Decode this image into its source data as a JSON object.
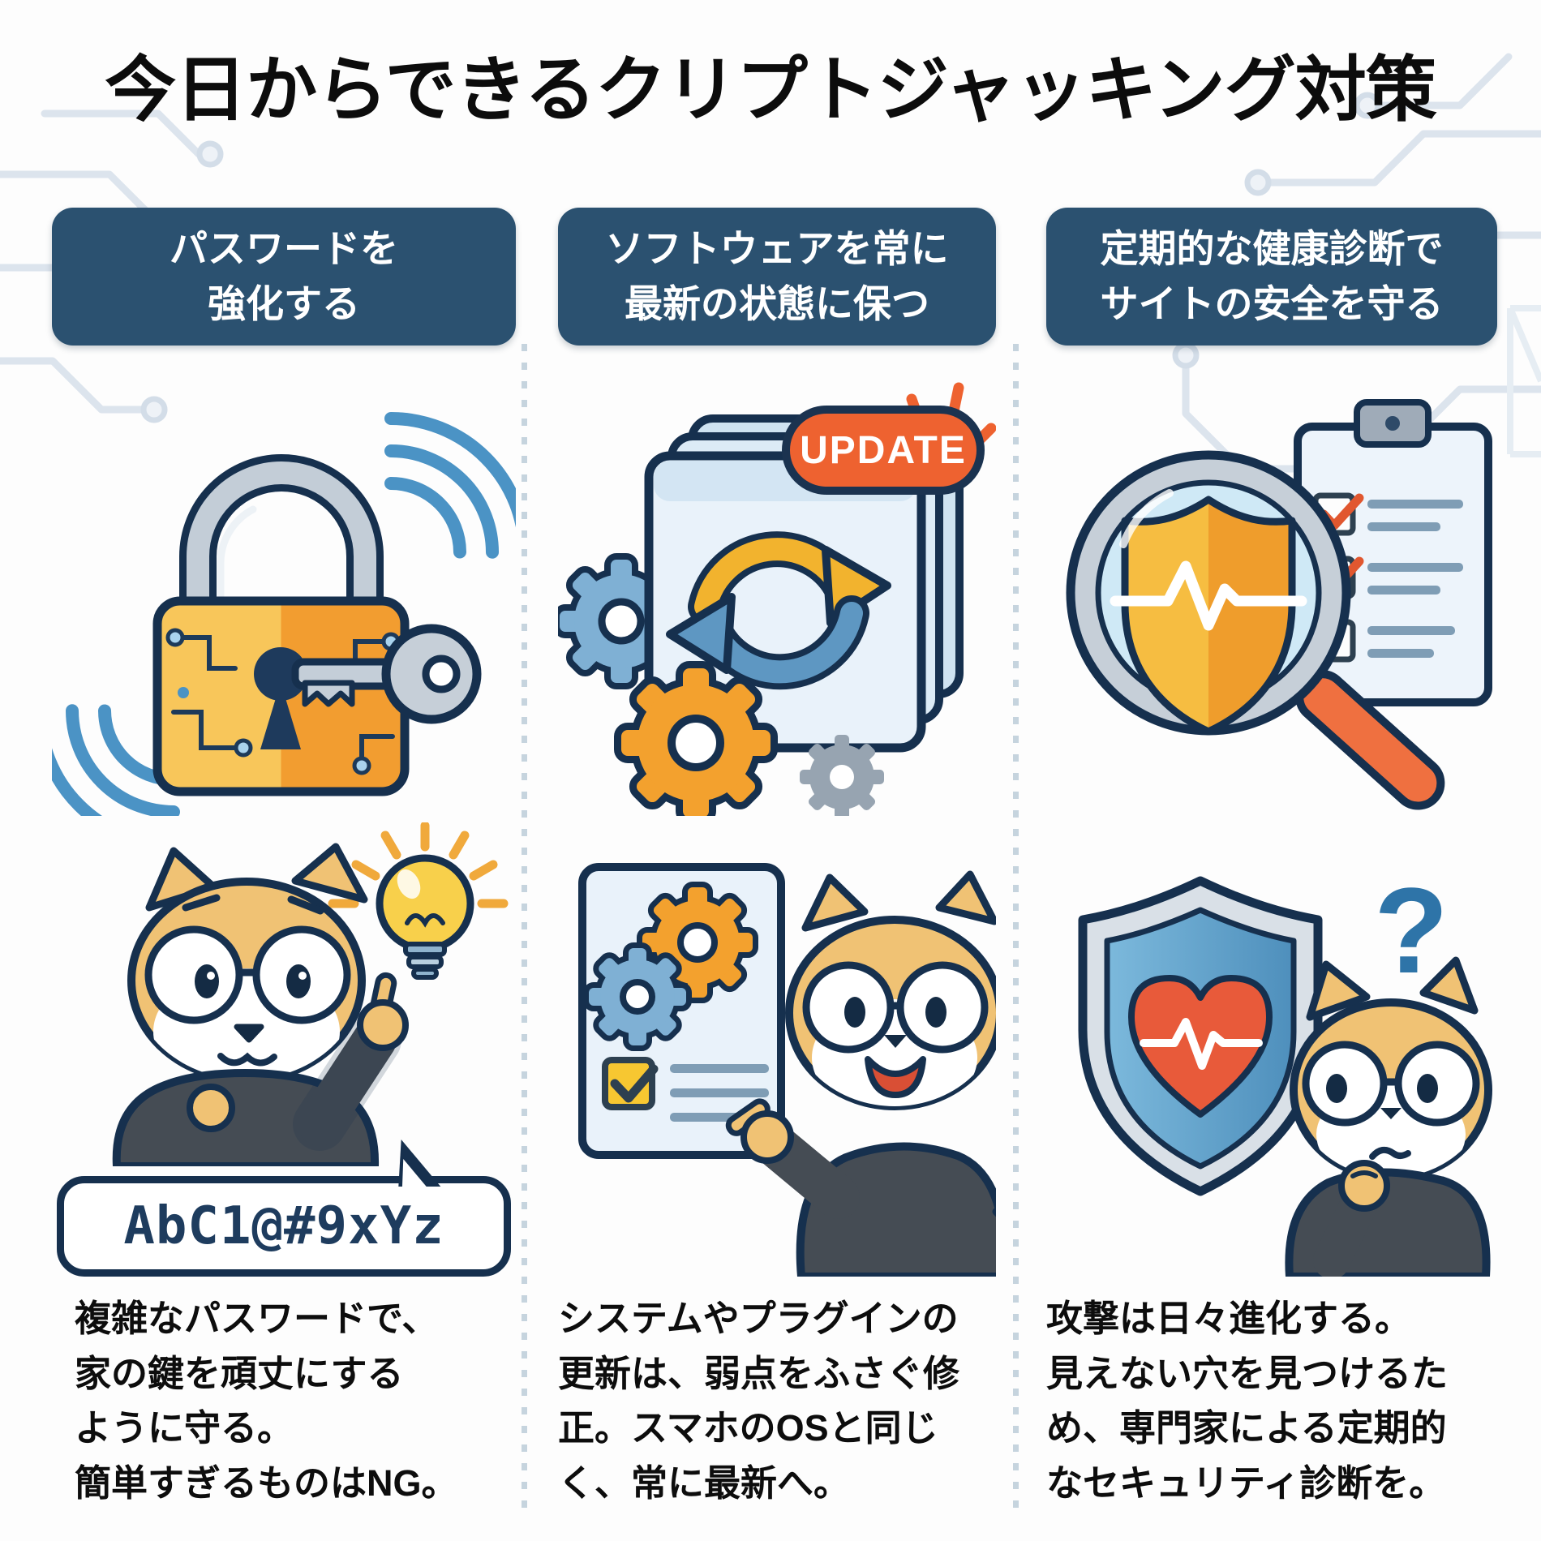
{
  "title": "今日からできるクリプトジャッキング対策",
  "columns": [
    {
      "id": "password",
      "header_lines": [
        "パスワードを",
        "強化する"
      ],
      "speech_bubble": "AbC1@#9xYz",
      "description_lines": [
        "複雑なパスワードで、",
        "家の鍵を頑丈にする",
        "ように守る。",
        "簡単すぎるものはNG。"
      ],
      "icons": [
        "wifi-signal-icon",
        "padlock-circuit-icon",
        "key-icon",
        "shiba-glasses-mascot",
        "lightbulb-icon",
        "speech-bubble"
      ]
    },
    {
      "id": "software-update",
      "header_lines": [
        "ソフトウェアを常に",
        "最新の状態に保つ"
      ],
      "badge": "UPDATE",
      "description_lines": [
        "システムやプラグインの",
        "更新は、弱点をふさぐ修",
        "正。スマホのOSと同じ",
        "く、常に最新へ。"
      ],
      "icons": [
        "stacked-windows-icon",
        "refresh-arrows-icon",
        "gear-icon",
        "update-badge",
        "sparkle-icon",
        "checklist-document-icon",
        "shiba-glasses-mascot"
      ]
    },
    {
      "id": "health-check",
      "header_lines": [
        "定期的な健康診断で",
        "サイトの安全を守る"
      ],
      "question_mark": "?",
      "description_lines": [
        "攻撃は日々進化する。",
        "見えない穴を見つけるた",
        "め、専門家による定期的",
        "なセキュリティ診断を。"
      ],
      "icons": [
        "magnifying-glass-icon",
        "shield-pulse-icon",
        "clipboard-checklist-icon",
        "shield-heart-icon",
        "question-mark-icon",
        "shiba-glasses-mascot"
      ]
    }
  ],
  "colors": {
    "header_bg": "#2b5170",
    "outline_navy": "#16304e",
    "accent_orange": "#ee6230",
    "gear_orange": "#f3a12e",
    "accent_yellow": "#f6c83c",
    "accent_blue": "#4b93c5",
    "panel_blue": "#e7f1f9",
    "silver": "#c4ced8",
    "hoodie_gray": "#454c54",
    "fur_tan": "#f0c274",
    "heart_red": "#e85a3a",
    "text_black": "#0d0d0d",
    "divider_blue": "#c6d4de",
    "bubble_text_navy": "#1e3c5e"
  }
}
